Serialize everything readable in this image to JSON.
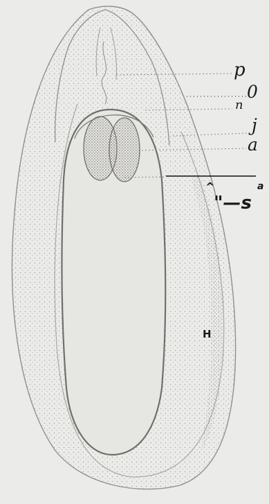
{
  "labels": {
    "p": "p",
    "o": "0",
    "n": "n",
    "j": "j",
    "a_upper": "a",
    "caret": "^",
    "a_lower": "a",
    "s_marker": "\"—s",
    "h": "H"
  },
  "colors": {
    "background": "#ebebe9",
    "outline": "#8f8f8c",
    "ink": "#1a1a1a",
    "stipple": "#9a9a96",
    "cotyledon": "#a9a7a2"
  }
}
